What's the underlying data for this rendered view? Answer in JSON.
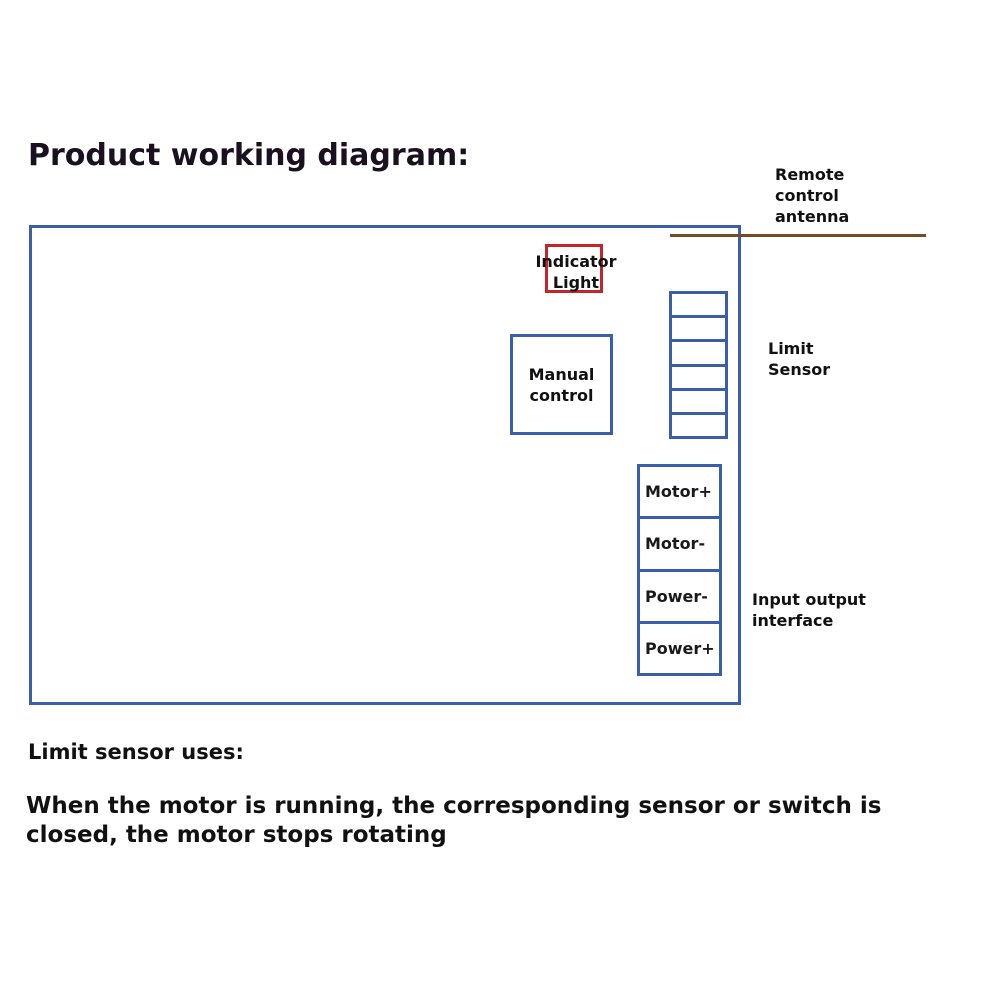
{
  "title": "Product working diagram:",
  "antenna": {
    "label": "Remote control antenna",
    "line_color": "#7a4a22"
  },
  "board": {
    "border_color": "#3b5ea8",
    "indicator": {
      "label": "Indicator Light",
      "border_color": "#c4252a"
    },
    "manual_control": {
      "label": "Manual control"
    },
    "limit_sensor": {
      "label": "Limit Sensor",
      "cells": 6
    },
    "io_interface": {
      "label": "Input output interface",
      "ports": [
        "Motor+",
        "Motor-",
        "Power-",
        "Power+"
      ]
    }
  },
  "limit_uses": {
    "title": "Limit sensor uses:",
    "text": "When the motor is running, the corresponding sensor or switch is closed, the motor stops rotating"
  }
}
